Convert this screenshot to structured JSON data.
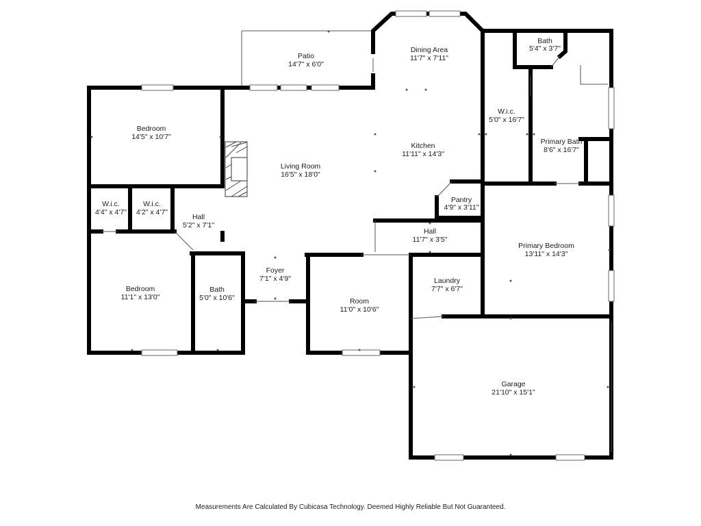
{
  "rooms": [
    {
      "id": "patio",
      "name": "Patio",
      "size": "14'7\" x 6'0\""
    },
    {
      "id": "dining-area",
      "name": "Dining Area",
      "size": "11'7\" x 7'11\""
    },
    {
      "id": "bath-top",
      "name": "Bath",
      "size": "5'4\" x 3'7\""
    },
    {
      "id": "bedroom-top",
      "name": "Bedroom",
      "size": "14'5\" x 10'7\""
    },
    {
      "id": "living-room",
      "name": "Living Room",
      "size": "16'5\" x 18'0\""
    },
    {
      "id": "kitchen",
      "name": "Kitchen",
      "size": "11'11\" x 14'3\""
    },
    {
      "id": "wic-primary",
      "name": "W.i.c.",
      "size": "5'0\" x 16'7\""
    },
    {
      "id": "primary-bath",
      "name": "Primary Bath",
      "size": "8'6\" x 16'7\""
    },
    {
      "id": "wic-left-1",
      "name": "W.i.c.",
      "size": "4'4\" x 4'7\""
    },
    {
      "id": "wic-left-2",
      "name": "W.i.c.",
      "size": "4'2\" x 4'7\""
    },
    {
      "id": "hall-left",
      "name": "Hall",
      "size": "5'2\" x 7'1\""
    },
    {
      "id": "pantry",
      "name": "Pantry",
      "size": "4'9\" x 3'11\""
    },
    {
      "id": "hall-center",
      "name": "Hall",
      "size": "11'7\" x 3'5\""
    },
    {
      "id": "primary-bedroom",
      "name": "Primary Bedroom",
      "size": "13'11\" x 14'3\""
    },
    {
      "id": "foyer",
      "name": "Foyer",
      "size": "7'1\" x 4'9\""
    },
    {
      "id": "bedroom-bottom",
      "name": "Bedroom",
      "size": "11'1\" x 13'0\""
    },
    {
      "id": "bath-bottom",
      "name": "Bath",
      "size": "5'0\" x 10'6\""
    },
    {
      "id": "room",
      "name": "Room",
      "size": "11'0\" x 10'6\""
    },
    {
      "id": "laundry",
      "name": "Laundry",
      "size": "7'7\" x 6'7\""
    },
    {
      "id": "garage",
      "name": "Garage",
      "size": "21'10\" x 15'1\""
    }
  ],
  "disclaimer": "Measurements Are Calculated By Cubicasa Technology. Deemed Highly Reliable But Not Guaranteed."
}
